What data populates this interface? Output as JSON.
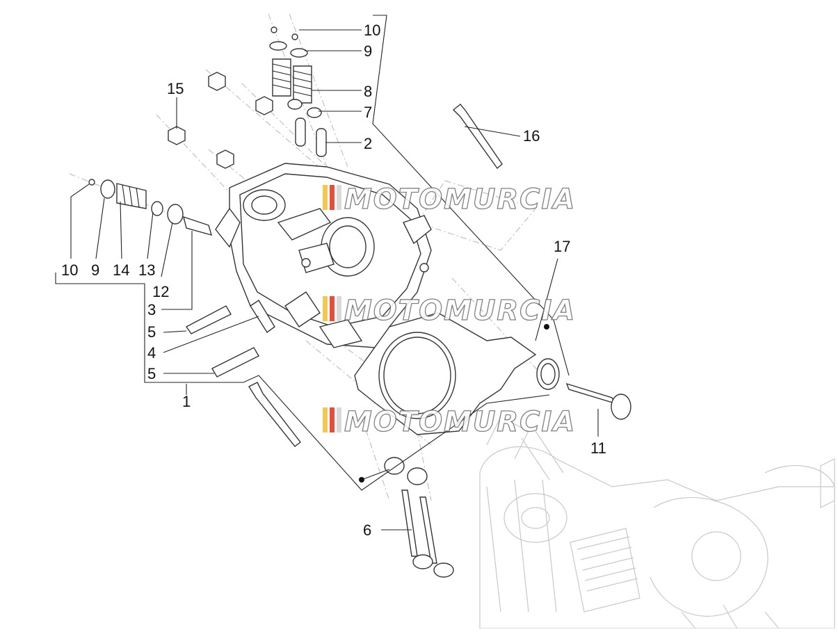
{
  "diagram": {
    "callouts": {
      "c10_top": "10",
      "c9_top": "9",
      "c8": "8",
      "c7": "7",
      "c2": "2",
      "c15": "15",
      "c16": "16",
      "c10_left": "10",
      "c9_left": "9",
      "c14": "14",
      "c13": "13",
      "c12": "12",
      "c3": "3",
      "c5_a": "5",
      "c4": "4",
      "c5_b": "5",
      "c1": "1",
      "c17": "17",
      "c11": "11",
      "c6": "6"
    },
    "watermark": {
      "text": "MOTOMURCIA",
      "stripe_colors": [
        "#f2c94c",
        "#e74c3c",
        "#d9d9d9"
      ]
    }
  }
}
